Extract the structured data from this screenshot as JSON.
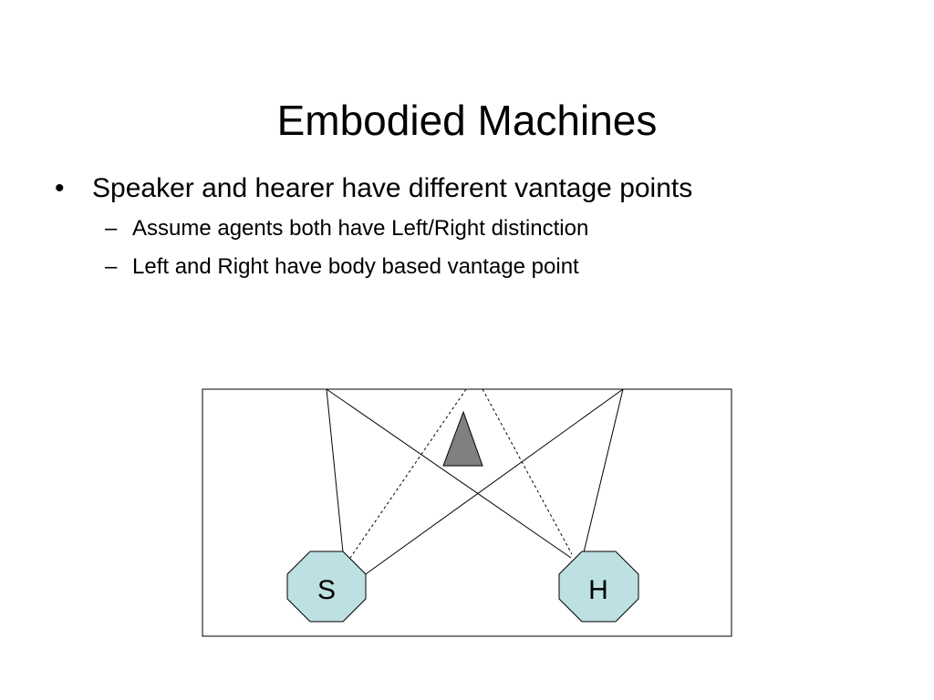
{
  "slide": {
    "title": "Embodied Machines",
    "bullets": [
      {
        "marker": "•",
        "text": "Speaker and hearer have different vantage points",
        "sub": [
          {
            "marker": "–",
            "text": "Assume agents both have Left/Right distinction"
          },
          {
            "marker": "–",
            "text": "Left and Right have body based vantage point"
          }
        ]
      }
    ]
  },
  "diagram": {
    "agents": {
      "speaker": {
        "label": "S",
        "fill": "#bde0e2"
      },
      "hearer": {
        "label": "H",
        "fill": "#bde0e2"
      }
    },
    "object": {
      "shape": "triangle",
      "fill": "#808080"
    },
    "sight_lines": {
      "solid": "field of view edges",
      "dashed": "lines to object"
    }
  }
}
